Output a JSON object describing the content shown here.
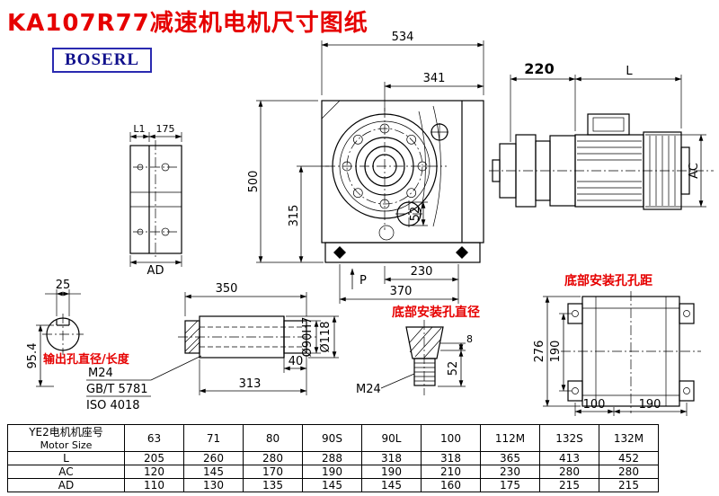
{
  "title": "KA107R77减速机电机尺寸图纸",
  "logo": {
    "text": "BOSERL"
  },
  "colors": {
    "accent_red": "#e60000",
    "logo_blue": "#10108c",
    "line": "#000000"
  },
  "main_view": {
    "w534": "534",
    "w341": "341",
    "h500": "500",
    "h315": "315",
    "d52": "52",
    "w230": "230",
    "w370": "370",
    "p": "P"
  },
  "motor_view": {
    "d220": "220",
    "l": "L",
    "ac": "AC"
  },
  "flange_view": {
    "l1": "L1",
    "d175": "175",
    "ad": "AD"
  },
  "shaft_section": {
    "d25": "25",
    "d95": "95.4"
  },
  "shaft_view": {
    "d350": "350",
    "d40": "40",
    "d313": "313",
    "output_label": "输出孔直径/长度",
    "m24": "M24",
    "gb": "GB/T 5781",
    "iso": "ISO 4018",
    "d90": "Ø90H7",
    "d118": "Ø118"
  },
  "bolt_view": {
    "label": "底部安装孔直径",
    "m24": "M24",
    "d8": "8",
    "d52": "52"
  },
  "bottom_view": {
    "label": "底部安装孔孔距",
    "d276": "276",
    "d190v": "190",
    "d100": "100",
    "d190h": "190"
  },
  "table": {
    "header_cn": "YE2电机机座号",
    "header_en": "Motor Size",
    "columns": [
      "63",
      "71",
      "80",
      "90S",
      "90L",
      "100",
      "112M",
      "132S",
      "132M"
    ],
    "rows": [
      {
        "label": "L",
        "values": [
          "205",
          "260",
          "280",
          "288",
          "318",
          "318",
          "365",
          "413",
          "452"
        ]
      },
      {
        "label": "AC",
        "values": [
          "120",
          "145",
          "170",
          "190",
          "190",
          "210",
          "230",
          "280",
          "280"
        ]
      },
      {
        "label": "AD",
        "values": [
          "110",
          "130",
          "135",
          "145",
          "145",
          "160",
          "175",
          "215",
          "215"
        ]
      }
    ]
  }
}
